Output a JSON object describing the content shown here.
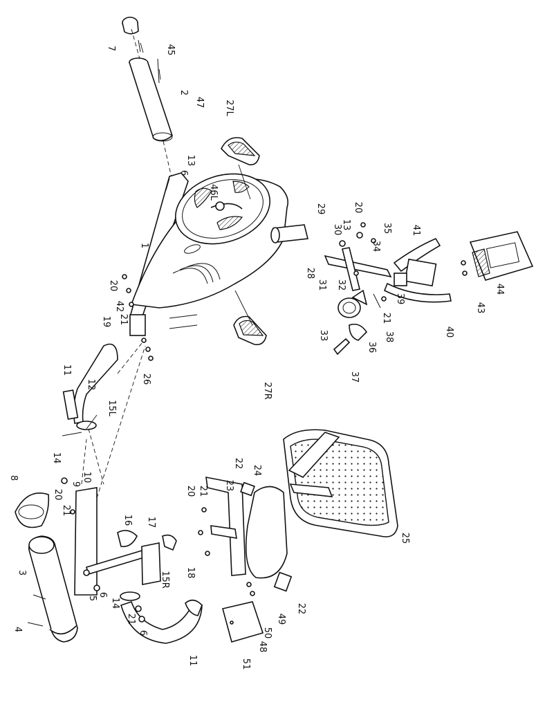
{
  "callouts": [
    {
      "id": "c7",
      "text": "7"
    },
    {
      "id": "c45",
      "text": "45"
    },
    {
      "id": "c2",
      "text": "2"
    },
    {
      "id": "c47",
      "text": "47"
    },
    {
      "id": "c27L",
      "text": "27L"
    },
    {
      "id": "c13a",
      "text": "13"
    },
    {
      "id": "c6a",
      "text": "6"
    },
    {
      "id": "c46L",
      "text": "46L"
    },
    {
      "id": "c1",
      "text": "1"
    },
    {
      "id": "c20a",
      "text": "20"
    },
    {
      "id": "c42",
      "text": "42"
    },
    {
      "id": "c21a",
      "text": "21"
    },
    {
      "id": "c19",
      "text": "19"
    },
    {
      "id": "c26",
      "text": "26"
    },
    {
      "id": "c11a",
      "text": "11"
    },
    {
      "id": "c12",
      "text": "12"
    },
    {
      "id": "c15L",
      "text": "15L"
    },
    {
      "id": "c14a",
      "text": "14"
    },
    {
      "id": "c27R",
      "text": "27R"
    },
    {
      "id": "c29",
      "text": "29"
    },
    {
      "id": "c20b",
      "text": "20"
    },
    {
      "id": "c13b",
      "text": "13"
    },
    {
      "id": "c30",
      "text": "30"
    },
    {
      "id": "c35",
      "text": "35"
    },
    {
      "id": "c34",
      "text": "34"
    },
    {
      "id": "c41",
      "text": "41"
    },
    {
      "id": "c28",
      "text": "28"
    },
    {
      "id": "c31",
      "text": "31"
    },
    {
      "id": "c32",
      "text": "32"
    },
    {
      "id": "c39",
      "text": "39"
    },
    {
      "id": "c21b",
      "text": "21"
    },
    {
      "id": "c43",
      "text": "43"
    },
    {
      "id": "c44",
      "text": "44"
    },
    {
      "id": "c33",
      "text": "33"
    },
    {
      "id": "c36",
      "text": "36"
    },
    {
      "id": "c38",
      "text": "38"
    },
    {
      "id": "c40",
      "text": "40"
    },
    {
      "id": "c37",
      "text": "37"
    },
    {
      "id": "c8",
      "text": "8"
    },
    {
      "id": "c20c",
      "text": "20"
    },
    {
      "id": "c9",
      "text": "9"
    },
    {
      "id": "c10",
      "text": "10"
    },
    {
      "id": "c21c",
      "text": "21"
    },
    {
      "id": "c3",
      "text": "3"
    },
    {
      "id": "c4",
      "text": "4"
    },
    {
      "id": "c5",
      "text": "5"
    },
    {
      "id": "c6b",
      "text": "6"
    },
    {
      "id": "c16",
      "text": "16"
    },
    {
      "id": "c17",
      "text": "17"
    },
    {
      "id": "c18",
      "text": "18"
    },
    {
      "id": "c15R",
      "text": "15R"
    },
    {
      "id": "c14b",
      "text": "14"
    },
    {
      "id": "c21d",
      "text": "21"
    },
    {
      "id": "c6c",
      "text": "6"
    },
    {
      "id": "c11b",
      "text": "11"
    },
    {
      "id": "c22a",
      "text": "22"
    },
    {
      "id": "c24",
      "text": "24"
    },
    {
      "id": "c21e",
      "text": "21"
    },
    {
      "id": "c23",
      "text": "23"
    },
    {
      "id": "c20d",
      "text": "20"
    },
    {
      "id": "c22b",
      "text": "22"
    },
    {
      "id": "c49",
      "text": "49"
    },
    {
      "id": "c50",
      "text": "50"
    },
    {
      "id": "c48",
      "text": "48"
    },
    {
      "id": "c51",
      "text": "51"
    },
    {
      "id": "c25",
      "text": "25"
    }
  ]
}
